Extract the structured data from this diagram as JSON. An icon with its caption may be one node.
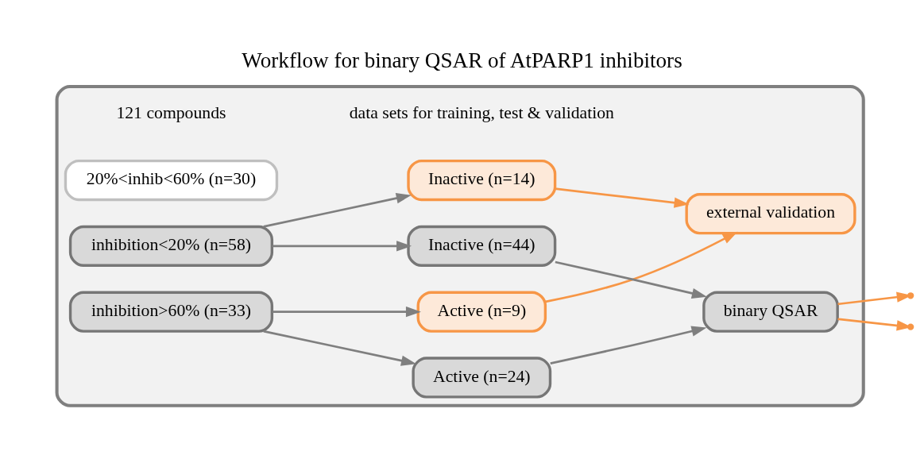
{
  "diagram": {
    "title": "Workflow for binary QSAR of AtPARP1 inhibitors",
    "nodes": [
      {
        "text": [],
        "shape": "box"
      },
      {
        "text": [
          "inhibition>60% (n=33)"
        ],
        "in": 0
      },
      {
        "text": [
          "20%<inhib<60% (n=30)"
        ],
        "in": 0
      },
      {
        "text": [
          "inhibition<20% (n=58)"
        ],
        "in": 0
      },
      {
        "text": [
          "Active (n=9)"
        ],
        "in": 0
      },
      {
        "text": [
          "Active (n=24)"
        ],
        "in": 0
      },
      {
        "text": [
          "Inactive (n=44)"
        ],
        "in": 0
      },
      {
        "text": [
          "Inactive (n=14)"
        ],
        "in": 0
      },
      {
        "text": [
          "binary QSAR"
        ],
        "in": 0
      },
      {
        "text": [
          "external validation"
        ],
        "in": 0
      }
    ],
    "edges": [
      {
        "from": 1,
        "to": 4,
        "arrow": "to"
      },
      {
        "from": 1,
        "to": 5,
        "arrow": "to"
      },
      {
        "from": 3,
        "to": 6,
        "arrow": "to"
      },
      {
        "from": 3,
        "to": 7,
        "arrow": "to"
      },
      {
        "from": 5,
        "to": 8,
        "arrow": "to"
      },
      {
        "from": 6,
        "to": 8,
        "arrow": "to"
      },
      {
        "from": 8,
        "to": null,
        "arrow": "to",
        "color": "#f79646"
      },
      {
        "from": 8,
        "to": null,
        "arrow": "to",
        "color": "#f79646"
      },
      {
        "from": 4,
        "to": 9,
        "arrow": "to",
        "color": "#f79646"
      },
      {
        "from": 7,
        "to": 9,
        "arrow": "to",
        "color": "#f79646"
      }
    ],
    "labels": [
      "121 compounds",
      "data sets for training, test & validation"
    ]
  }
}
